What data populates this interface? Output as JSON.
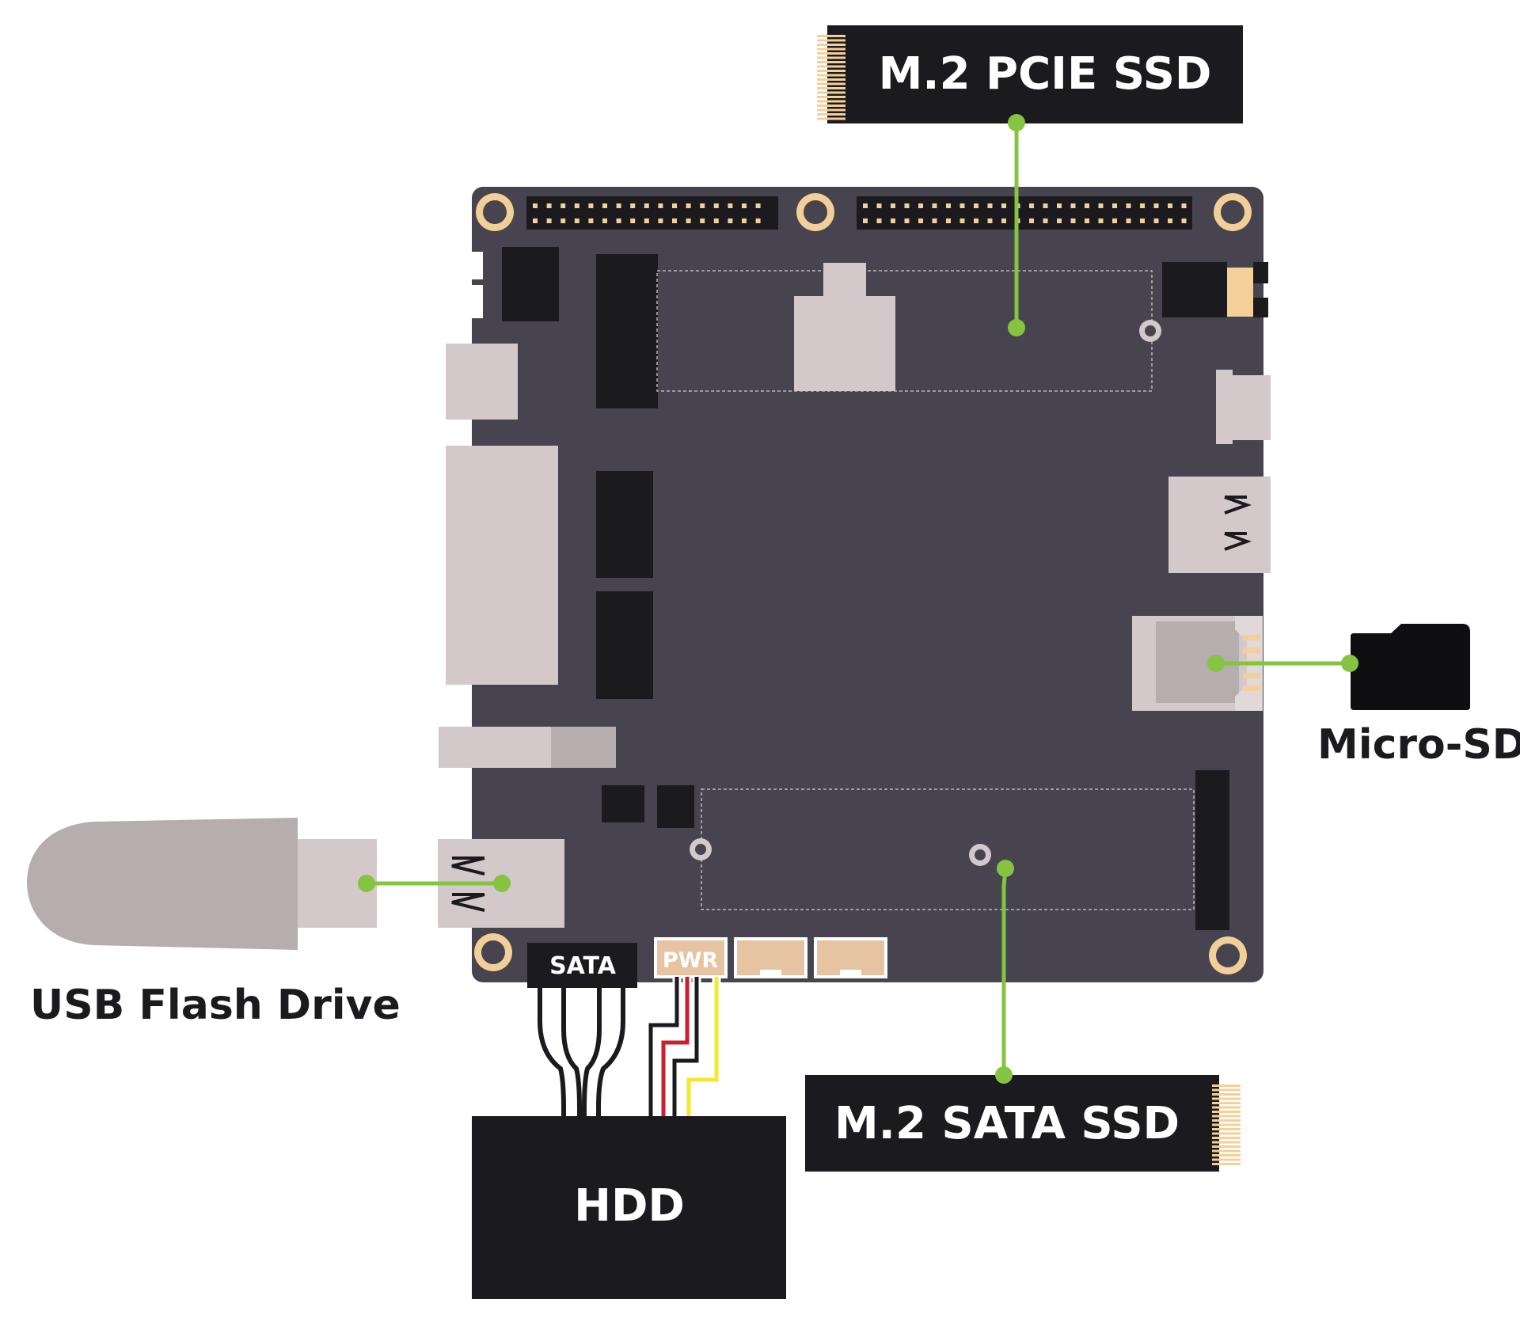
{
  "labels": {
    "m2_pcie_ssd": "M.2 PCIE SSD",
    "m2_sata_ssd": "M.2 SATA SSD",
    "micro_sd": "Micro-SD",
    "usb_flash_drive": "USB Flash Drive",
    "hdd": "HDD",
    "sata_port": "SATA",
    "pwr_port": "PWR"
  },
  "colors": {
    "board": "#47444f",
    "dark": "#1b1a1f",
    "connector_light": "#d3c8ca",
    "connector_mid": "#b5adae",
    "accent_green": "#84c441",
    "pin_gold": "#f4cf98",
    "header_tan": "#e6c4a2",
    "wire_red": "#c8202e",
    "wire_yellow": "#f5e92b"
  }
}
